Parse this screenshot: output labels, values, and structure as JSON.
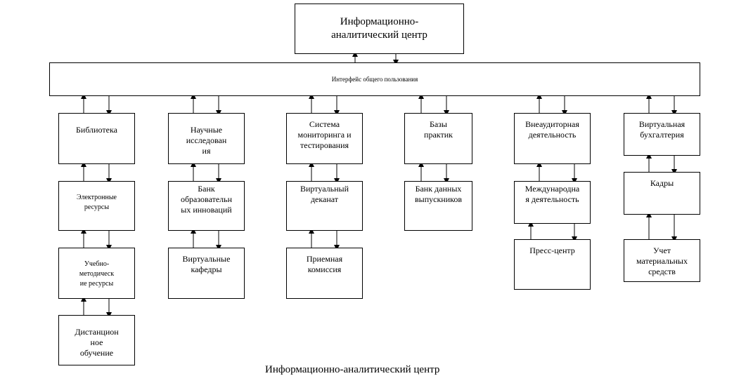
{
  "diagram": {
    "top": "Информационно-\nаналитический центр",
    "interface": "Интерфейс общего пользования",
    "columns": [
      {
        "boxes": [
          "Библиотека",
          "Электронные\nресурсы",
          "Учебно-\nметодическ\nие ресурсы",
          "Дистанцион\nное\nобучение"
        ]
      },
      {
        "boxes": [
          "Научные\nисследован\nия",
          "Банк\nобразовательн\nых инноваций",
          "Виртуальные\nкафедры"
        ]
      },
      {
        "boxes": [
          "Система\nмониторинга и\nтестирования",
          "Виртуальный\nдеканат",
          "Приемная\nкомиссия"
        ]
      },
      {
        "boxes": [
          "Базы\nпрактик",
          "Банк данных\nвыпускников"
        ]
      },
      {
        "boxes": [
          "Внеаудиторная\nдеятельность",
          "Международна\nя деятельность",
          "Пресс-центр"
        ]
      },
      {
        "boxes": [
          "Виртуальная\nбухгалтерия",
          "Кадры",
          "Учет\nматериальных\nсредств"
        ]
      }
    ],
    "caption": "Информационно-аналитический центр"
  }
}
